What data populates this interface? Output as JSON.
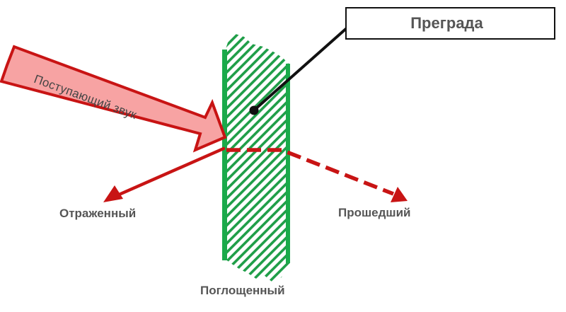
{
  "diagram": {
    "title_box": {
      "label": "Преграда"
    },
    "incoming": {
      "label": "Поступающий звук"
    },
    "outputs": {
      "reflected": "Отраженный",
      "transmitted": "Прошедший",
      "absorbed": "Поглощенный"
    },
    "colors": {
      "barrier_green": "#1aaa4a",
      "hatch_green": "#1f9e48",
      "arrow_red": "#c81414",
      "arrow_fill_pink": "#f7a3a3",
      "label_gray": "#555555",
      "pointer_black": "#111111"
    }
  }
}
